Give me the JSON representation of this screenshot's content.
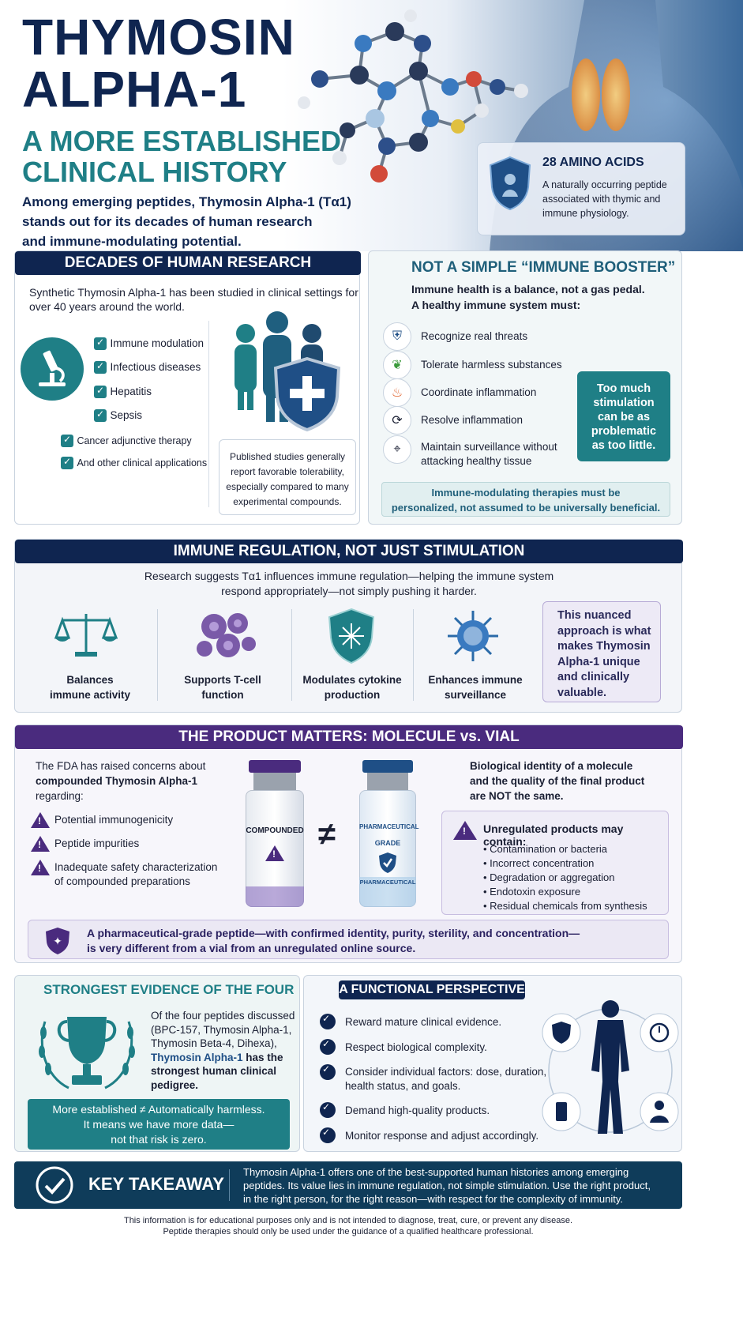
{
  "hero": {
    "title_line1": "THYMOSIN",
    "title_line2": "ALPHA-1",
    "subtitle_line1": "A MORE ESTABLISHED",
    "subtitle_line2": "CLINICAL HISTORY",
    "intro_line1": "Among emerging peptides, Thymosin Alpha-1 (Tα1)",
    "intro_line2": "stands out for its decades of human research",
    "intro_line3": "and immune-modulating potential.",
    "amino_title": "28 AMINO ACIDS",
    "amino_desc_line1": "A naturally occurring peptide",
    "amino_desc_line2": "associated with thymic and",
    "amino_desc_line3": "immune physiology."
  },
  "research": {
    "heading": "DECADES OF HUMAN RESEARCH",
    "intro_line1": "Synthetic Thymosin Alpha-1 has been studied in clinical settings for",
    "intro_line2": "over 40 years around the world.",
    "items": [
      "Immune modulation",
      "Infectious diseases",
      "Hepatitis",
      "Sepsis",
      "Cancer adjunctive therapy",
      "And other clinical applications"
    ],
    "note_line1": "Published studies generally",
    "note_line2": "report favorable tolerability,",
    "note_line3": "especially compared to many",
    "note_line4": "experimental compounds."
  },
  "booster": {
    "heading": "NOT A SIMPLE “IMMUNE BOOSTER”",
    "intro_line1": "Immune health is a balance, not a gas pedal.",
    "intro_line2": "A healthy immune system must:",
    "items": [
      "Recognize real threats",
      "Tolerate harmless substances",
      "Coordinate inflammation",
      "Resolve inflammation",
      "Maintain surveillance without",
      "attacking healthy tissue"
    ],
    "callout_line1": "Too much",
    "callout_line2": "stimulation",
    "callout_line3": "can be as",
    "callout_line4": "problematic",
    "callout_line5": "as too little.",
    "footer_line1": "Immune-modulating therapies must be",
    "footer_line2": "personalized, not assumed to be universally beneficial."
  },
  "regulation": {
    "heading": "IMMUNE REGULATION, NOT JUST STIMULATION",
    "intro_line1": "Research suggests Tα1 influences immune regulation—helping the immune system",
    "intro_line2": "respond appropriately—not simply pushing it harder.",
    "items": [
      {
        "line1": "Balances",
        "line2": "immune activity"
      },
      {
        "line1": "Supports T-cell",
        "line2": "function"
      },
      {
        "line1": "Modulates cytokine",
        "line2": "production"
      },
      {
        "line1": "Enhances immune",
        "line2": "surveillance"
      }
    ],
    "callout_line1": "This nuanced",
    "callout_line2": "approach is what",
    "callout_line3": "makes Thymosin",
    "callout_line4": "Alpha-1 unique",
    "callout_line5": "and clinically",
    "callout_line6": "valuable."
  },
  "product": {
    "heading": "THE PRODUCT MATTERS: MOLECULE vs. VIAL",
    "fda_line1": "The FDA has raised concerns about",
    "fda_line2": "compounded Thymosin Alpha-1",
    "fda_line3": "regarding:",
    "concerns": [
      "Potential immunogenicity",
      "Peptide impurities",
      "Inadequate safety characterization",
      "of compounded preparations"
    ],
    "vial_left_label": "COMPOUNDED",
    "neq": "≠",
    "vial_right_label1": "PHARMACEUTICAL",
    "vial_right_label2": "GRADE",
    "vial_right_label3": "PHARMACEUTICAL",
    "identity_line1": "Biological identity of a molecule",
    "identity_line2": "and the quality of the final product",
    "identity_line3": "are NOT the same.",
    "unreg_title": "Unregulated products may contain:",
    "unreg_items": [
      "Contamination or bacteria",
      "Incorrect concentration",
      "Degradation or aggregation",
      "Endotoxin exposure",
      "Residual chemicals from synthesis"
    ],
    "banner_line1": "A pharmaceutical-grade peptide—with confirmed identity, purity, sterility, and concentration—",
    "banner_line2": "is very different from a vial from an unregulated online source."
  },
  "evidence": {
    "heading": "STRONGEST EVIDENCE OF THE FOUR",
    "text_line1": "Of the four peptides discussed",
    "text_line2": "(BPC-157, Thymosin Alpha-1,",
    "text_line3": "Thymosin Beta-4, Dihexa),",
    "text_line4_highlight": "Thymosin Alpha-1",
    "text_line4_rest": " has the",
    "text_line5": "strongest human clinical",
    "text_line6": "pedigree.",
    "callout_line1": "More established ≠ Automatically harmless.",
    "callout_line2": "It means we have more data—",
    "callout_line3": "not that risk is zero."
  },
  "functional": {
    "heading": "A FUNCTIONAL PERSPECTIVE",
    "items": [
      "Reward mature clinical evidence.",
      "Respect biological complexity.",
      "Consider individual factors: dose, duration,",
      "health status, and goals.",
      "Demand high-quality products.",
      "Monitor response and adjust accordingly."
    ]
  },
  "takeaway": {
    "label": "KEY TAKEAWAY",
    "line1": "Thymosin Alpha-1 offers one of the best-supported human histories among emerging",
    "line2": "peptides. Its value lies in immune regulation, not simple stimulation. Use the right product,",
    "line3": "in the right person, for the right reason—with respect for the complexity of immunity."
  },
  "disclaimer": {
    "line1": "This information is for educational purposes only and is not intended to diagnose, treat, cure, or prevent any disease.",
    "line2": "Peptide therapies should only be used under the guidance of a qualified healthcare professional."
  },
  "colors": {
    "navy": "#0f2550",
    "teal": "#1f7f86",
    "purple": "#4a2b7e"
  }
}
